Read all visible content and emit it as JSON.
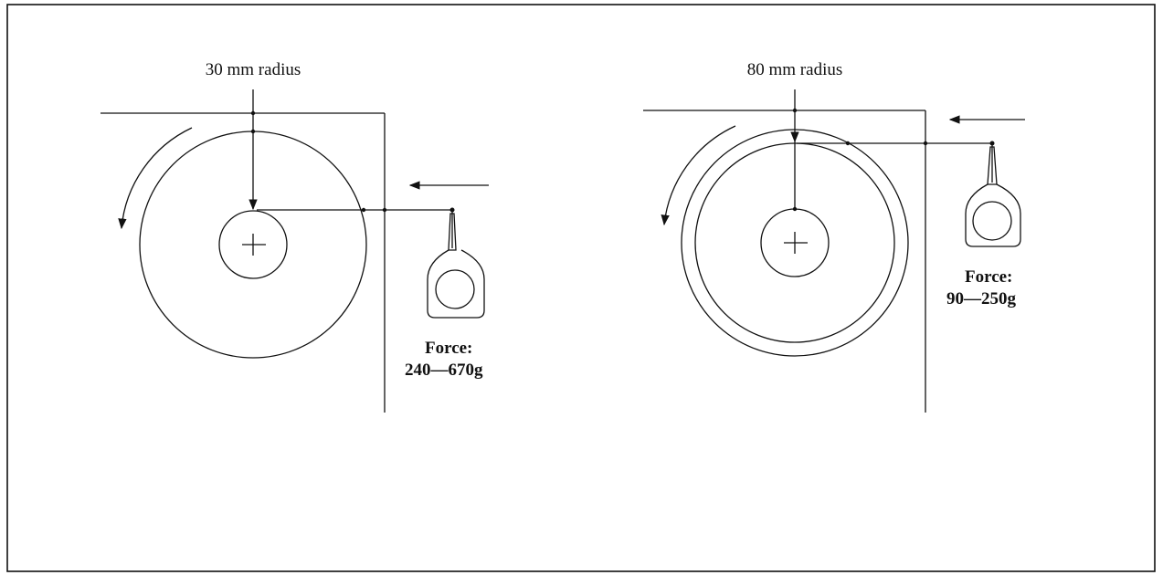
{
  "left_diagram": {
    "radius_label": "30 mm radius",
    "force_label": "Force:",
    "force_range": "240—670g"
  },
  "right_diagram": {
    "radius_label": "80 mm radius",
    "force_label": "Force:",
    "force_range": "90—250g"
  }
}
